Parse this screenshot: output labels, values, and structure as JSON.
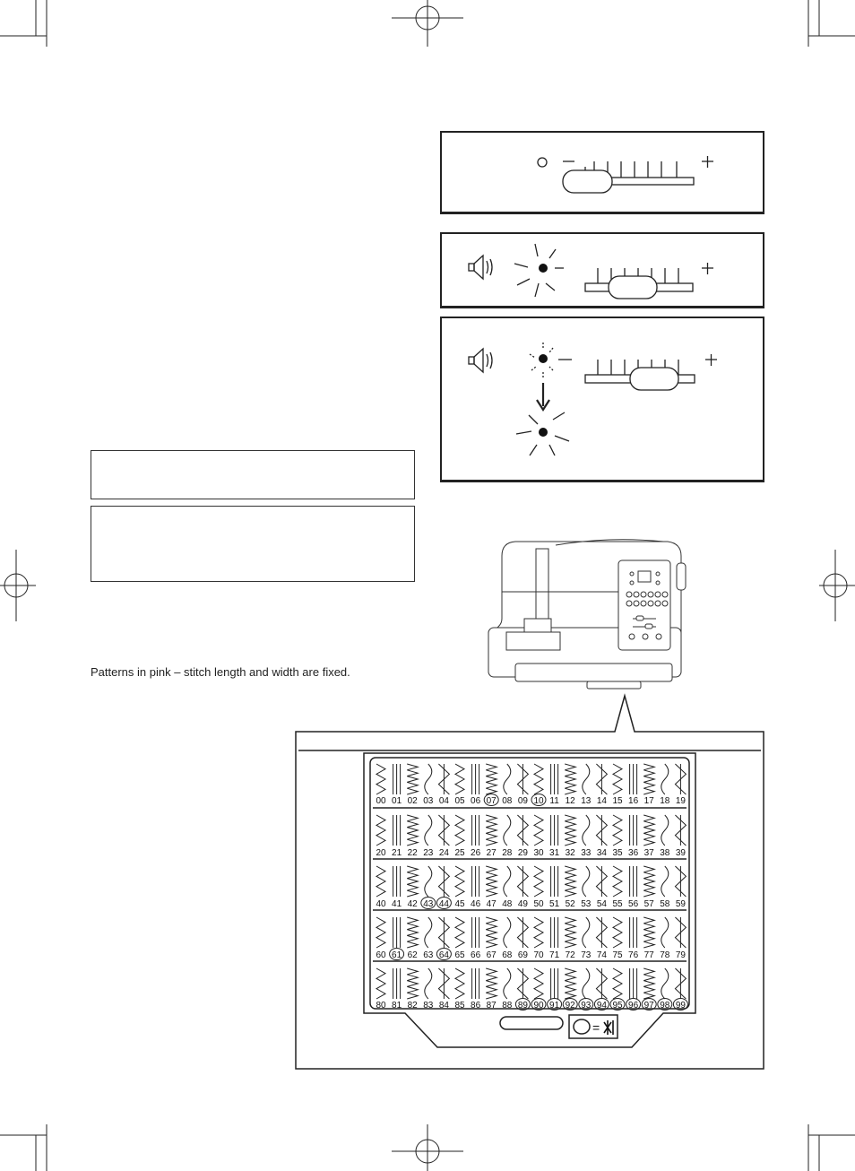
{
  "caption": "Patterns in pink – stitch length and width are fixed.",
  "slider_signs": {
    "minus": "−",
    "plus": "+"
  },
  "stitch_chart": {
    "rows": [
      [
        "00",
        "01",
        "02",
        "03",
        "04",
        "05",
        "06",
        "07",
        "08",
        "09",
        "10",
        "11",
        "12",
        "13",
        "14",
        "15",
        "16",
        "17",
        "18",
        "19"
      ],
      [
        "20",
        "21",
        "22",
        "23",
        "24",
        "25",
        "26",
        "27",
        "28",
        "29",
        "30",
        "31",
        "32",
        "33",
        "34",
        "35",
        "36",
        "37",
        "38",
        "39"
      ],
      [
        "40",
        "41",
        "42",
        "43",
        "44",
        "45",
        "46",
        "47",
        "48",
        "49",
        "50",
        "51",
        "52",
        "53",
        "54",
        "55",
        "56",
        "57",
        "58",
        "59"
      ],
      [
        "60",
        "61",
        "62",
        "63",
        "64",
        "65",
        "66",
        "67",
        "68",
        "69",
        "70",
        "71",
        "72",
        "73",
        "74",
        "75",
        "76",
        "77",
        "78",
        "79"
      ],
      [
        "80",
        "81",
        "82",
        "83",
        "84",
        "85",
        "86",
        "87",
        "88",
        "89",
        "90",
        "91",
        "92",
        "93",
        "94",
        "95",
        "96",
        "97",
        "98",
        "99"
      ]
    ],
    "circled": [
      "07",
      "10",
      "43",
      "44",
      "61",
      "64",
      "89",
      "90",
      "91",
      "92",
      "93",
      "94",
      "95",
      "96",
      "97",
      "98",
      "99"
    ],
    "legend_symbol": "=",
    "legend_icon": "presser-foot-icon"
  }
}
